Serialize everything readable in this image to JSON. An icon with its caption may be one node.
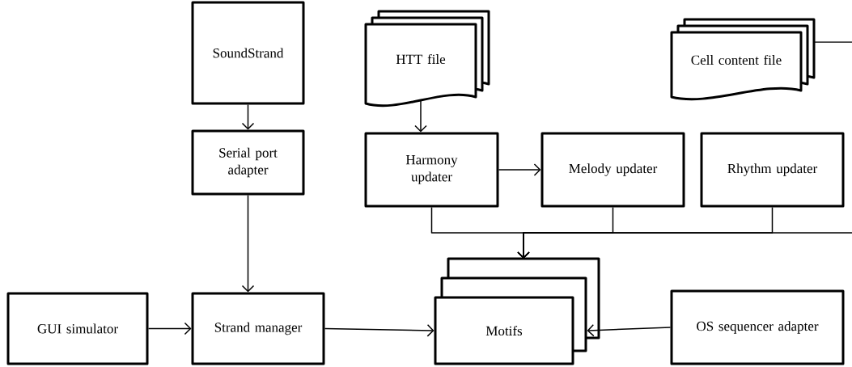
{
  "diagram": {
    "nodes": [
      {
        "text": [
          "SoundStrand"
        ]
      },
      {
        "text": [
          "HTT file"
        ]
      },
      {
        "text": [
          "Cell content file"
        ]
      },
      {
        "text": [
          "Serial port adapter"
        ]
      },
      {
        "text": [
          "Harmony updater"
        ]
      },
      {
        "text": [
          "Melody updater"
        ]
      },
      {
        "text": [
          "Rhythm updater"
        ]
      },
      {
        "text": [
          "GUI simulator"
        ]
      },
      {
        "text": [
          "Strand manager"
        ]
      },
      {
        "text": [
          "Motifs"
        ]
      },
      {
        "text": [
          "OS sequencer adapter"
        ]
      }
    ],
    "edges": [
      {
        "from": 0,
        "to": 3,
        "arrow": "to"
      },
      {
        "from": 1,
        "to": 4,
        "arrow": "to"
      },
      {
        "from": 4,
        "to": 5,
        "arrow": "to"
      },
      {
        "from": 3,
        "to": 8,
        "arrow": "to"
      },
      {
        "from": 7,
        "to": 8,
        "arrow": "to"
      },
      {
        "from": 8,
        "to": 9,
        "arrow": "to"
      },
      {
        "from": 4,
        "to": 9,
        "arrow": "to"
      },
      {
        "from": 5,
        "to": 9,
        "arrow": "to"
      },
      {
        "from": 6,
        "to": 9,
        "arrow": "to"
      },
      {
        "from": null,
        "to": 9,
        "arrow": "to"
      },
      {
        "from": 2,
        "to": null,
        "arrow": "none"
      },
      {
        "from": 10,
        "to": 9,
        "arrow": "to"
      }
    ]
  }
}
